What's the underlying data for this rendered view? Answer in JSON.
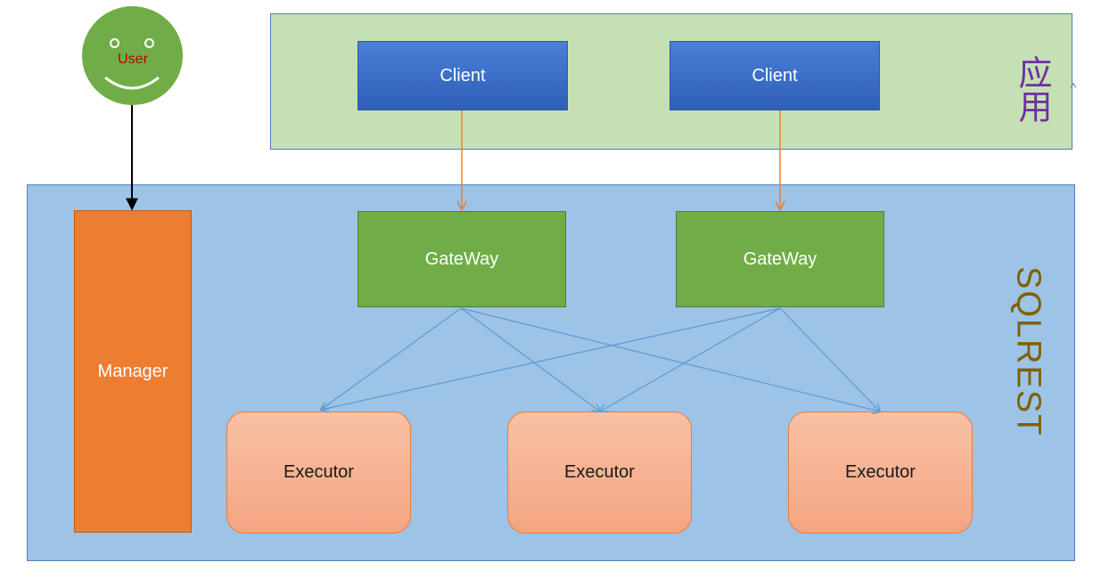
{
  "user": {
    "label": "User"
  },
  "app_layer": {
    "label": "应用",
    "clients": [
      "Client",
      "Client"
    ]
  },
  "sqlrest_layer": {
    "label": "SQLREST",
    "manager": "Manager",
    "gateways": [
      "GateWay",
      "GateWay"
    ],
    "executors": [
      "Executor",
      "Executor",
      "Executor"
    ]
  },
  "colors": {
    "app_layer_fill": "#c5e0b4",
    "sqlrest_layer_fill": "#9dc3e6",
    "client_fill": "#3a6fc8",
    "gateway_fill": "#70ad47",
    "executor_fill": "#f4b183",
    "manager_fill": "#ed7d31",
    "user_fill": "#70ad47",
    "client_to_gateway_arrow": "#ed7d31",
    "gateway_to_executor_arrow": "#5b9bd5",
    "user_to_manager_arrow": "#000000"
  },
  "icons": {
    "user": "smiley-face-icon",
    "caret": "caret-up-icon"
  }
}
